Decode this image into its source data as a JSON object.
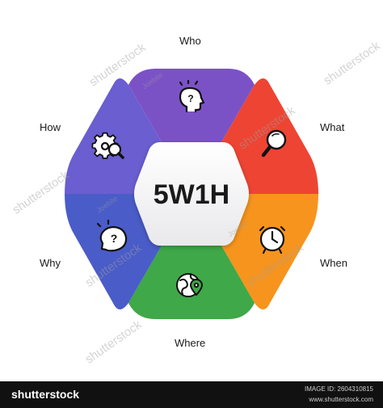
{
  "diagram": {
    "center_text": "5W1H",
    "labels": {
      "who": "Who",
      "what": "What",
      "when": "When",
      "where": "Where",
      "why": "Why",
      "how": "How"
    },
    "segment_colors": {
      "who": "#7b52c6",
      "what": "#ee4433",
      "when": "#f7941d",
      "where": "#3fa848",
      "why": "#4a5cc8",
      "how": "#6a5ed0"
    },
    "icons": {
      "who": "head-question-icon",
      "what": "magnifier-icon",
      "when": "clock-icon",
      "where": "globe-pin-icon",
      "why": "speech-question-icon",
      "how": "gear-search-icon"
    }
  },
  "watermark": {
    "site": "shutterstock",
    "author": "Joebite"
  },
  "footer": {
    "logo": "shutterstock",
    "image_id": "IMAGE ID: 2604310815",
    "url": "www.shutterstock.com"
  }
}
